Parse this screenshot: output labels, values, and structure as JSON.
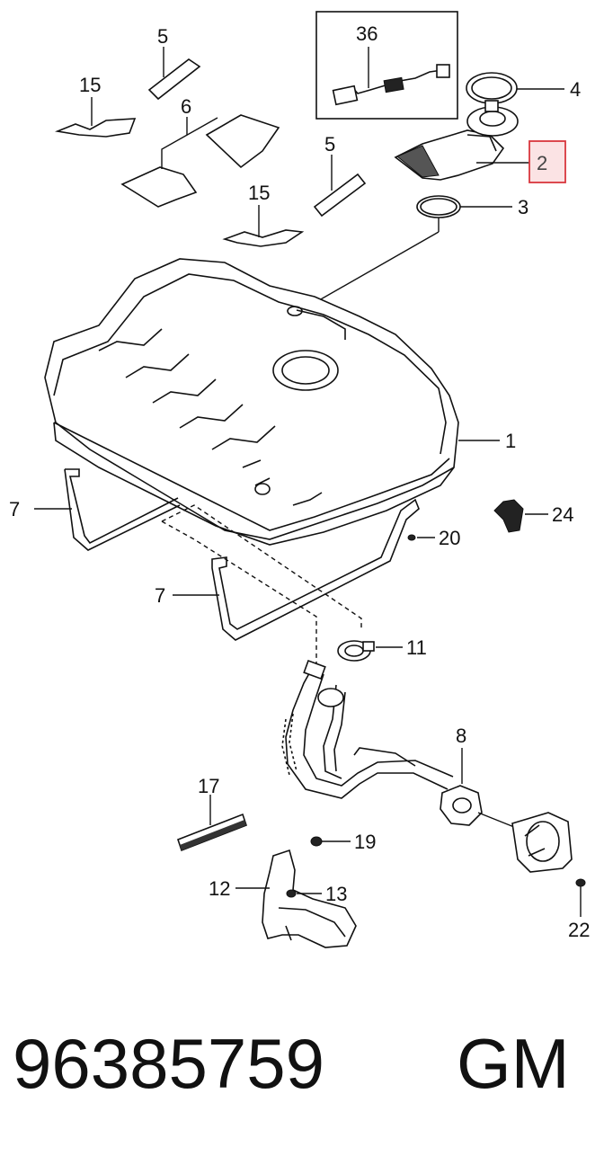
{
  "callouts": {
    "c1": "1",
    "c2": "2",
    "c3": "3",
    "c4": "4",
    "c5a": "5",
    "c5b": "5",
    "c6": "6",
    "c7a": "7",
    "c7b": "7",
    "c8": "8",
    "c11": "11",
    "c12": "12",
    "c13": "13",
    "c15a": "15",
    "c15b": "15",
    "c17": "17",
    "c19": "19",
    "c20": "20",
    "c22": "22",
    "c24": "24",
    "c36": "36"
  },
  "highlight": {
    "part": "2",
    "color": "#d9363e",
    "fill": "#fbe3e4"
  },
  "footer": {
    "part_number": "96385759",
    "brand": "GM"
  }
}
